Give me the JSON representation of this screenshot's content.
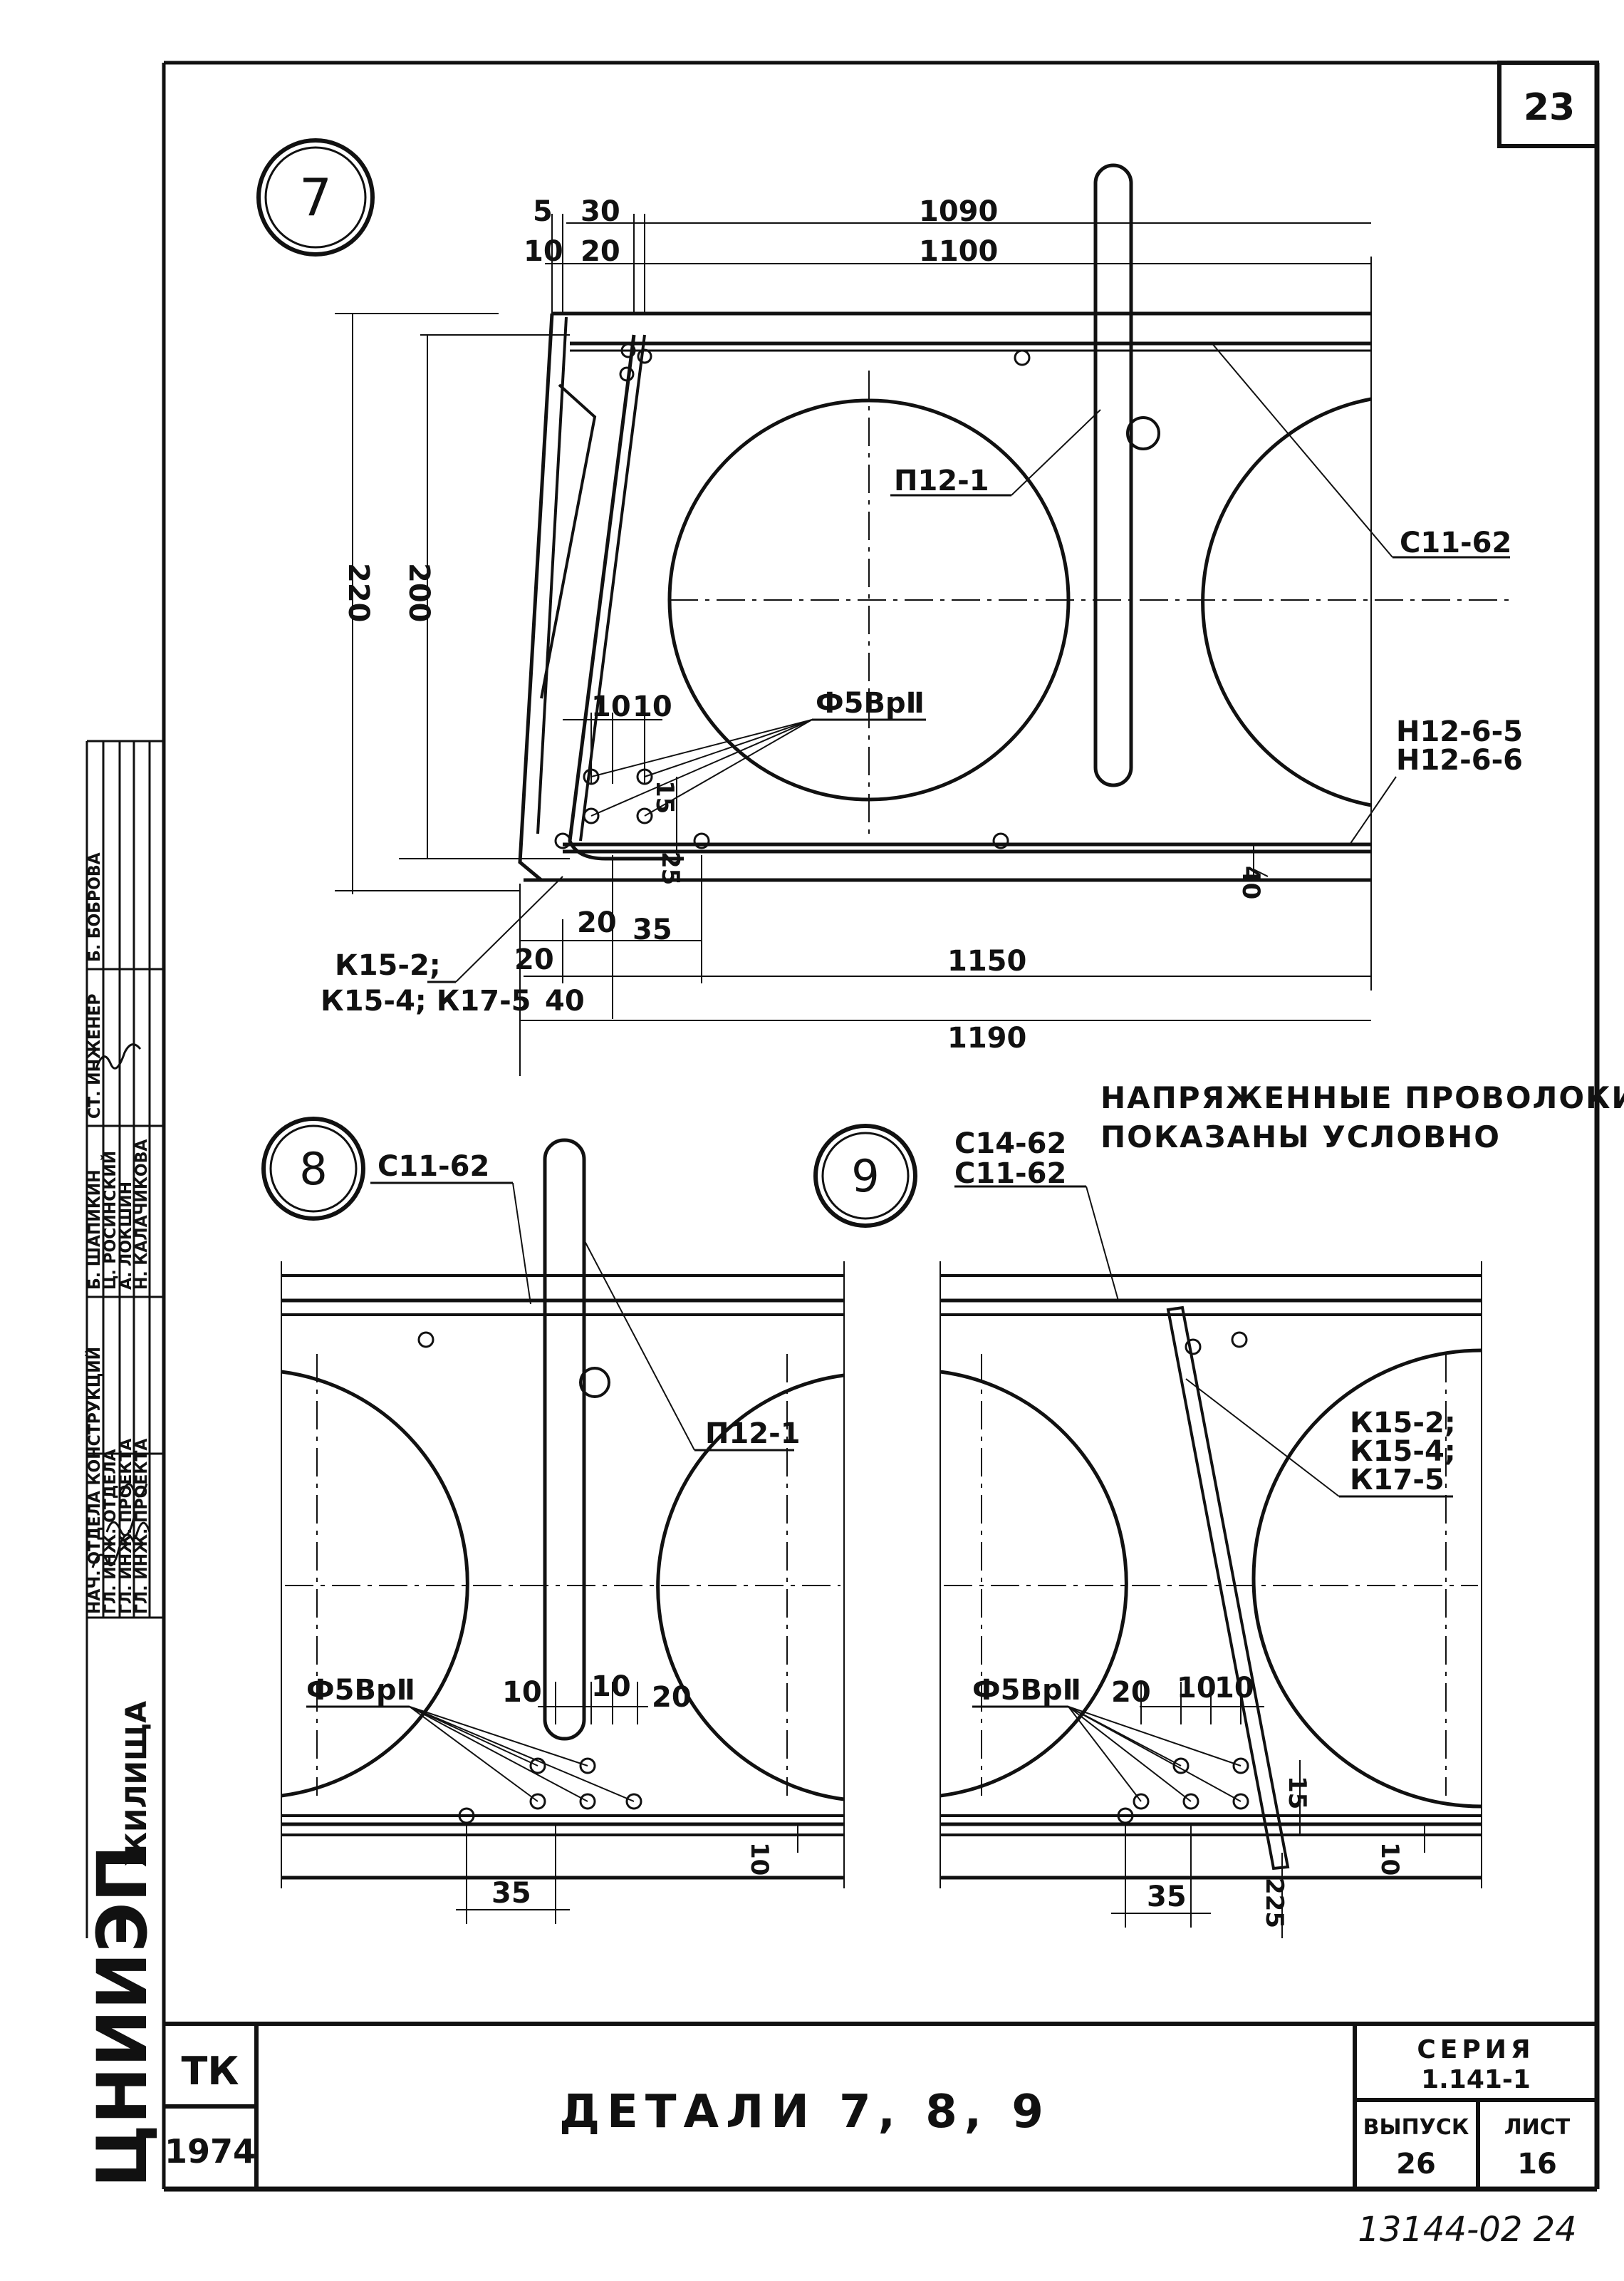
{
  "sheet": {
    "corner_number": "23",
    "footer_number": "13144-02 24"
  },
  "note": {
    "line1": "НАПРЯЖЕННЫЕ ПРОВОЛОКИ",
    "line2": "ПОКАЗАНЫ УСЛОВНО"
  },
  "detail7": {
    "number": "7",
    "dims": {
      "d5": "5",
      "d30": "30",
      "d1090": "1090",
      "d10": "10",
      "d20": "20",
      "d1100": "1100",
      "d220": "220",
      "d200": "200",
      "d10a": "10",
      "d10b": "10",
      "d15": "15",
      "d25": "25",
      "d20b": "20",
      "d35": "35",
      "d20c": "20",
      "d40": "40",
      "d1150": "1150",
      "d1190": "1190",
      "d40r": "40"
    },
    "labels": {
      "p12": "П12-1",
      "c11": "С11-62",
      "wire": "Ф5ВрⅡ",
      "h12a": "Н12-6-5",
      "h12b": "Н12-6-6",
      "k15a": "К15-2;",
      "k15b": "К15-4; К17-5"
    }
  },
  "detail8": {
    "number": "8",
    "labels": {
      "c11": "С11-62",
      "p12": "П12-1",
      "wire": "Ф5ВрⅡ"
    },
    "dims": {
      "d10a": "10",
      "d10b": "10",
      "d20": "20",
      "d35": "35",
      "d10r": "10"
    }
  },
  "detail9": {
    "number": "9",
    "labels": {
      "c14": "С14-62",
      "c11": "С11-62",
      "k1": "К15-2;",
      "k2": "К15-4;",
      "k3": "К17-5",
      "wire": "Ф5ВрⅡ"
    },
    "dims": {
      "d20": "20",
      "d10a": "10",
      "d10b": "10",
      "d15": "15",
      "d35": "35",
      "d225": "225",
      "d10r": "10"
    }
  },
  "title_block": {
    "org_small": "ЖИЛИЩА",
    "org_big": "ЦНИИЭП",
    "code": "ТК",
    "year": "1974",
    "title": "ДЕТАЛИ 7, 8, 9",
    "series_label": "СЕРИЯ",
    "series_value": "1.141-1",
    "issue_label": "ВЫПУСК",
    "issue_value": "26",
    "sheet_label": "ЛИСТ",
    "sheet_value": "16"
  },
  "stamp": {
    "roles": [
      "НАЧ. ОТДЕЛА КОНСТРУКЦИЙ",
      "ГЛ. ИНЖ. ОТДЕЛА",
      "ГЛ. ИНЖ. ПРОЕКТА",
      "ГЛ. ИНЖ. ПРОЕКТА"
    ],
    "names": [
      "Б. ШАПИКИН",
      "Ц. РОСИНСКИЙ",
      "А. ЛОКШИН",
      "Н. КАЛАЧИКОВА"
    ],
    "role2": "СТ. ИНЖЕНЕР",
    "name2": "Б. БОБРОВА"
  }
}
